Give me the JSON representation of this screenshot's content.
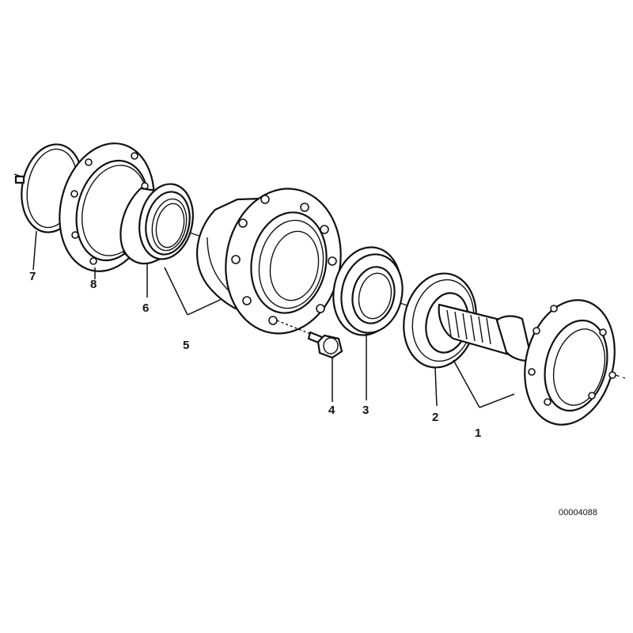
{
  "parts": [
    {
      "number": "1"
    },
    {
      "number": "2"
    },
    {
      "number": "3"
    },
    {
      "number": "4"
    },
    {
      "number": "5"
    },
    {
      "number": "6"
    },
    {
      "number": "7"
    },
    {
      "number": "8"
    }
  ],
  "drawing_code": "00004088"
}
